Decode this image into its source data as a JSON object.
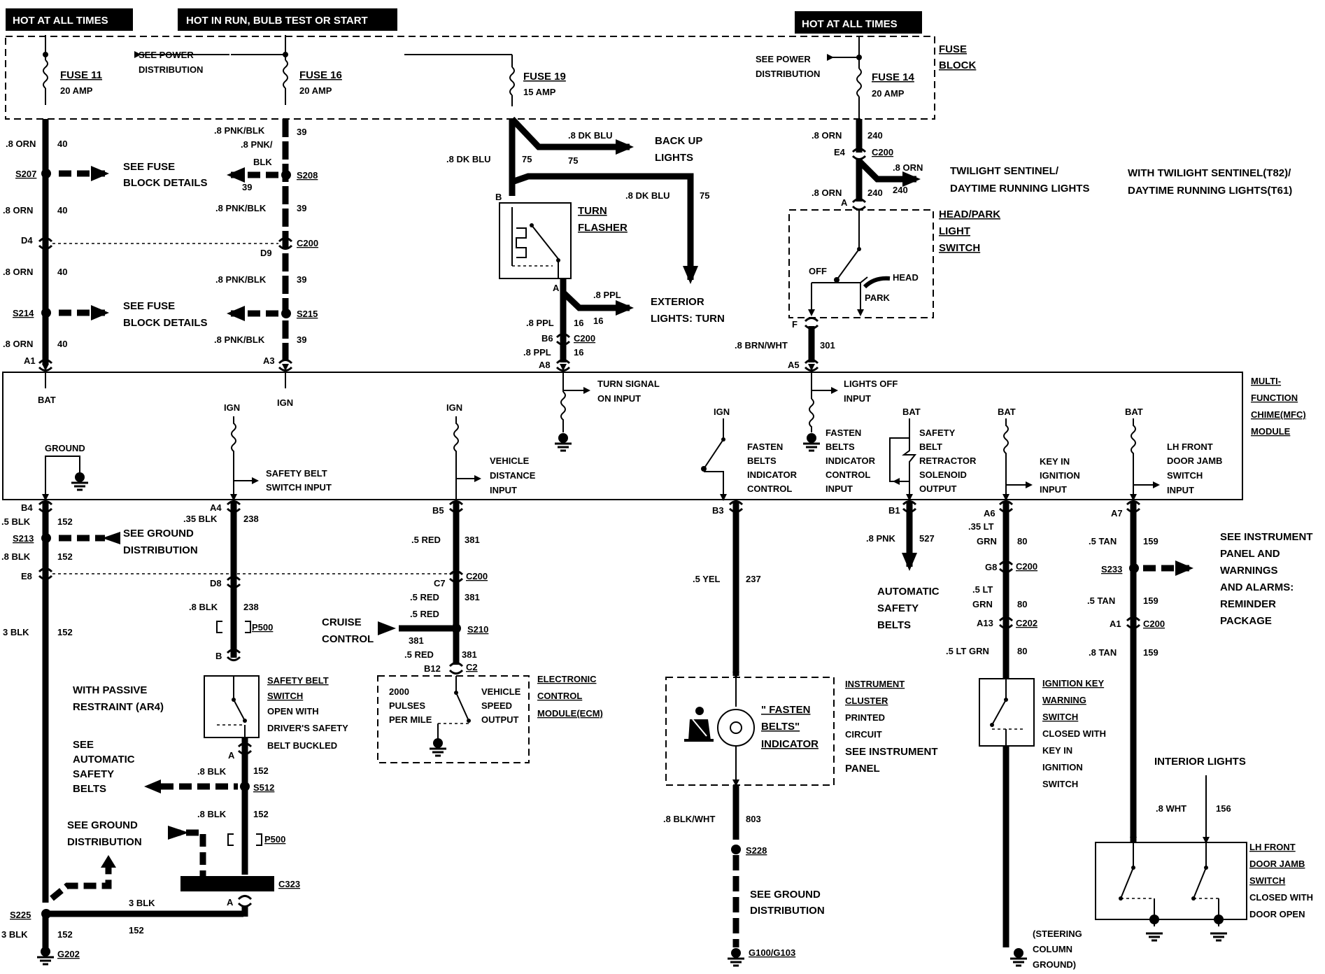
{
  "headers": {
    "hot1": "HOT AT ALL TIMES",
    "hot2": "HOT IN RUN, BULB TEST OR START",
    "hot3": "HOT AT ALL TIMES"
  },
  "fuse_block": {
    "label1": "FUSE",
    "label2": "BLOCK",
    "fuse11": "FUSE 11",
    "fuse11_amp": "20 AMP",
    "fuse16": "FUSE 16",
    "fuse16_amp": "20 AMP",
    "fuse19": "FUSE 19",
    "fuse19_amp": "15 AMP",
    "fuse14": "FUSE 14",
    "fuse14_amp": "20 AMP",
    "power_dist1a": "SEE POWER",
    "power_dist1b": "DISTRIBUTION",
    "power_dist2a": "SEE POWER",
    "power_dist2b": "DISTRIBUTION"
  },
  "left_circuit": {
    "w_orn1": ".8 ORN",
    "n40a": "40",
    "s207": "S207",
    "see_fuse1a": "SEE FUSE",
    "see_fuse1b": "BLOCK DETAILS",
    "w_orn2": ".8 ORN",
    "n40b": "40",
    "d4": "D4",
    "w_orn3": ".8 ORN",
    "n40c": "40",
    "s214": "S214",
    "see_fuse2a": "SEE FUSE",
    "see_fuse2b": "BLOCK DETAILS",
    "w_orn4": ".8 ORN",
    "n40d": "40",
    "a1": "A1",
    "bat": "BAT"
  },
  "fuse16_circuit": {
    "w1": ".8 PNK/BLK",
    "n39a": "39",
    "w2a": ".8 PNK/",
    "w2b": "BLK",
    "n39b": "39",
    "s208": "S208",
    "w3": ".8 PNK/BLK",
    "n39c": "39",
    "d9": "D9",
    "c200": "C200",
    "w4": ".8 PNK/BLK",
    "n39d": "39",
    "s215": "S215",
    "w5": ".8 PNK/BLK",
    "n39e": "39",
    "a3": "A3",
    "ign": "IGN"
  },
  "fuse19_circuit": {
    "dkblu1": ".8 DK BLU",
    "n75a": "75",
    "dkblu2": ".8 DK BLU",
    "n75b": "75",
    "backup1": "BACK UP",
    "backup2": "LIGHTS",
    "dkblu3": ".8 DK BLU",
    "n75c": "75",
    "b": "B",
    "turn1": "TURN",
    "turn2": "FLASHER",
    "a": "A",
    "ppl1": ".8 PPL",
    "ppl2": ".8 PPL",
    "n16a": "16",
    "n16b": "16",
    "ext1": "EXTERIOR",
    "ext2": "LIGHTS: TURN",
    "b6": "B6",
    "c200": "C200",
    "ppl3": ".8 PPL",
    "n16c": "16",
    "a8": "A8",
    "turnsig1": "TURN SIGNAL",
    "turnsig2": "ON INPUT"
  },
  "fuse14_circuit": {
    "orn1": ".8 ORN",
    "n240a": "240",
    "e4": "E4",
    "c200": "C200",
    "orn2": ".8 ORN",
    "n240b": "240",
    "twi1": "TWILIGHT SENTINEL/",
    "twi2": "DAYTIME RUNNING LIGHTS",
    "with1": "WITH TWILIGHT SENTINEL(T82)/",
    "with2": "DAYTIME RUNNING LIGHTS(T61)",
    "orn3": ".8 ORN",
    "n240c": "240",
    "a": "A",
    "hp1": "HEAD/PARK",
    "hp2": "LIGHT",
    "hp3": "SWITCH",
    "off": "OFF",
    "head": "HEAD",
    "park": "PARK",
    "f": "F",
    "brn": ".8 BRN/WHT",
    "n301": "301",
    "a5": "A5",
    "lo1": "LIGHTS OFF",
    "lo2": "INPUT"
  },
  "mfc": {
    "l1": "MULTI-",
    "l2": "FUNCTION",
    "l3": "CHIME(MFC)",
    "l4": "MODULE",
    "ground": "GROUND",
    "ign1": "IGN",
    "sb1": "SAFETY BELT",
    "sb2": "SWITCH INPUT",
    "ign2": "IGN",
    "vd1": "VEHICLE",
    "vd2": "DISTANCE",
    "vd3": "INPUT",
    "ign3": "IGN",
    "fb1": "FASTEN",
    "fb2": "BELTS",
    "fb3": "INDICATOR",
    "fb4": "CONTROL",
    "fbi1": "FASTEN",
    "fbi2": "BELTS",
    "fbi3": "INDICATOR",
    "fbi4": "CONTROL",
    "fbi5": "INPUT",
    "bat1": "BAT",
    "sbr1": "SAFETY",
    "sbr2": "BELT",
    "sbr3": "RETRACTOR",
    "sbr4": "SOLENOID",
    "sbr5": "OUTPUT",
    "bat2": "BAT",
    "ki1": "KEY IN",
    "ki2": "IGNITION",
    "ki3": "INPUT",
    "bat3": "BAT",
    "lh1": "LH FRONT",
    "lh2": "DOOR JAMB",
    "lh3": "SWITCH",
    "lh4": "INPUT"
  },
  "ground_circuit": {
    "b4": "B4",
    "blk1": ".5 BLK",
    "n152a": "152",
    "s213": "S213",
    "sg1": "SEE GROUND",
    "sg2": "DISTRIBUTION",
    "blk2": ".8 BLK",
    "n152b": "152",
    "e8": "E8",
    "blk3": "3 BLK",
    "n152c": "152",
    "s225": "S225",
    "blk4": "3 BLK",
    "n152d": "152",
    "blk5": "3 BLK",
    "n152e": "152",
    "g202": "G202"
  },
  "safety_circuit": {
    "a4": "A4",
    "blk1": ".35 BLK",
    "n238a": "238",
    "d8": "D8",
    "blk2": ".8 BLK",
    "n238b": "238",
    "p500": "P500",
    "b": "B",
    "with1": "WITH PASSIVE",
    "with2": "RESTRAINT (AR4)",
    "sbs1": "SAFETY BELT",
    "sbs2": "SWITCH",
    "sbs3": "OPEN WITH",
    "sbs4": "DRIVER'S SAFETY",
    "sbs5": "BELT BUCKLED",
    "a": "A",
    "see1": "SEE",
    "see2": "AUTOMATIC",
    "see3": "SAFETY",
    "see4": "BELTS",
    "blk3": ".8 BLK",
    "n152a": "152",
    "s512": "S512",
    "sg1": "SEE GROUND",
    "sg2": "DISTRIBUTION",
    "blk4": ".8 BLK",
    "n152b": "152",
    "p500b": "P500",
    "c323": "C323",
    "a2": "A"
  },
  "vss_circuit": {
    "b5": "B5",
    "red1": ".5 RED",
    "n381a": "381",
    "c7": "C7",
    "c200": "C200",
    "red2": ".5 RED",
    "n381b": "381",
    "red3": ".5 RED",
    "s210": "S210",
    "cc1": "CRUISE",
    "cc2": "CONTROL",
    "n381c": "381",
    "red4": ".5 RED",
    "n381d": "381",
    "b12": "B12",
    "c2": "C2",
    "p1": "2000",
    "p2": "PULSES",
    "p3": "PER MILE",
    "vs1": "VEHICLE",
    "vs2": "SPEED",
    "vs3": "OUTPUT",
    "ecm1": "ELECTRONIC",
    "ecm2": "CONTROL",
    "ecm3": "MODULE(ECM)"
  },
  "indicator_circuit": {
    "b3": "B3",
    "yel": ".5 YEL",
    "n237": "237",
    "ic1": "INSTRUMENT",
    "ic2": "CLUSTER",
    "ic3": "PRINTED",
    "ic4": "CIRCUIT",
    "ic5": "SEE INSTRUMENT",
    "ic6": "PANEL",
    "fb1": "\" FASTEN",
    "fb2": "BELTS\"",
    "fb3": "INDICATOR",
    "blkwht": ".8 BLK/WHT",
    "n803": "803",
    "s228": "S228",
    "sg1": "SEE GROUND",
    "sg2": "DISTRIBUTION",
    "g": "G100/G103"
  },
  "asb_circuit": {
    "b1": "B1",
    "pnk": ".8 PNK",
    "n527": "527",
    "asb1": "AUTOMATIC",
    "asb2": "SAFETY",
    "asb3": "BELTS"
  },
  "key_circuit": {
    "a6": "A6",
    "grn1a": ".35 LT",
    "grn1b": "GRN",
    "n80a": "80",
    "g8": "G8",
    "c200": "C200",
    "grn2a": ".5 LT",
    "grn2b": "GRN",
    "n80b": "80",
    "a13": "A13",
    "c202": "C202",
    "grn3": ".5 LT GRN",
    "n80c": "80",
    "ik1": "IGNITION KEY",
    "ik2": "WARNING",
    "ik3": "SWITCH",
    "ik4": "CLOSED WITH",
    "ik5": "KEY IN",
    "ik6": "IGNITION",
    "ik7": "SWITCH",
    "sc1": "(STEERING",
    "sc2": "COLUMN",
    "sc3": "GROUND)"
  },
  "door_circuit": {
    "a7": "A7",
    "tan1": ".5 TAN",
    "n159a": "159",
    "s233": "S233",
    "si1": "SEE INSTRUMENT",
    "si2": "PANEL AND",
    "si3": "WARNINGS",
    "si4": "AND ALARMS:",
    "si5": "REMINDER",
    "si6": "PACKAGE",
    "tan2": ".5 TAN",
    "n159b": "159",
    "a1": "A1",
    "c200": "C200",
    "tan3": ".8 TAN",
    "n159c": "159",
    "il": "INTERIOR LIGHTS",
    "wht": ".8 WHT",
    "n156": "156",
    "dj1": "LH FRONT",
    "dj2": "DOOR JAMB",
    "dj3": "SWITCH",
    "dj4": "CLOSED WITH",
    "dj5": "DOOR OPEN"
  }
}
